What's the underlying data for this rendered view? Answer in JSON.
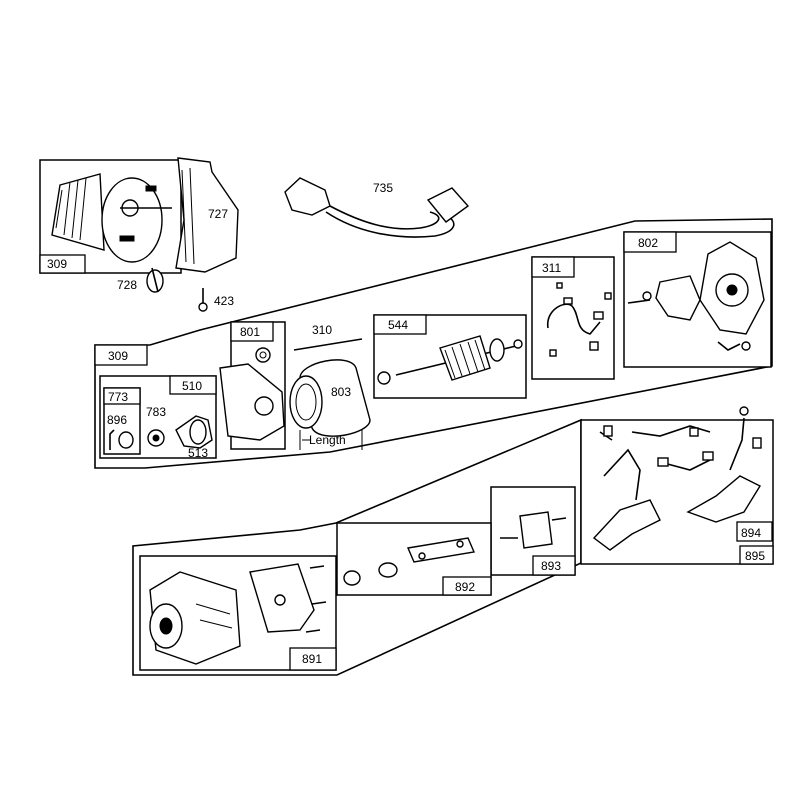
{
  "labels": {
    "p309a": "309",
    "p727": "727",
    "p728": "728",
    "p423": "423",
    "p735": "735",
    "p802": "802",
    "p311": "311",
    "p309b": "309",
    "p801": "801",
    "p310": "310",
    "p544": "544",
    "p773": "773",
    "p510": "510",
    "p896": "896",
    "p783": "783",
    "p513": "513",
    "p803": "803",
    "length": "Length",
    "p892": "892",
    "p893": "893",
    "p894": "894",
    "p895": "895",
    "p891": "891"
  }
}
